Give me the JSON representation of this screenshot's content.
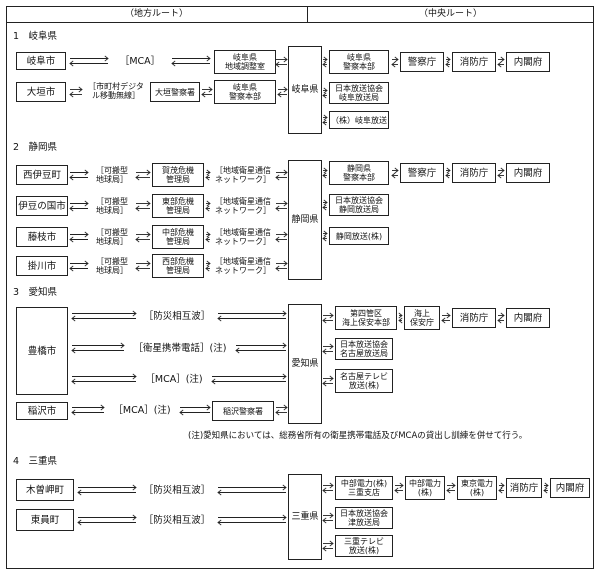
{
  "header": {
    "left": "（地方ルート）",
    "right": "（中央ルート）"
  },
  "sections": {
    "gifu": {
      "title": "1　岐阜県",
      "city1": "岐阜市",
      "mca": "［MCA］",
      "survey": "岐阜県\n地域調整室",
      "police": "岐阜県\n警察本部",
      "npa": "警察庁",
      "fdma": "消防庁",
      "cabinet": "内閣府",
      "city2": "大垣市",
      "digital": "［市町村デジタ\nル移動無線］",
      "ogaki_police": "大垣警察署",
      "police2": "岐阜県\n警察本部",
      "pref": "岐阜県",
      "nhk": "日本放送協会\n岐阜放送局",
      "broadcast": "（株）岐阜放送"
    },
    "shizuoka": {
      "title": "2　静岡県",
      "cities": [
        "西伊豆町",
        "伊豆の国市",
        "藤枝市",
        "掛川市"
      ],
      "portable": "［可搬型\n地球局］",
      "centers": [
        "賀茂危機\n管理局",
        "東部危機\n管理局",
        "中部危機\n管理局",
        "西部危機\n管理局"
      ],
      "satellite": "［地域衛星通信\nネットワーク］",
      "pref": "静岡県",
      "police": "静岡県\n警察本部",
      "npa": "警察庁",
      "fdma": "消防庁",
      "cabinet": "内閣府",
      "nhk": "日本放送協会\n静岡放送局",
      "broadcast": "静岡放送(株)"
    },
    "aichi": {
      "title": "3　愛知県",
      "city1": "豊橋市",
      "route1": "［防災相互波］",
      "route2": "［衛星携帯電話］(注)",
      "route3": "［MCA］(注)",
      "city2": "稲沢市",
      "route4": "［MCA］(注)",
      "inazawa_police": "稲沢警察署",
      "pref": "愛知県",
      "coast_guard_region": "第四管区\n海上保安本部",
      "coast_guard": "海上\n保安庁",
      "fdma": "消防庁",
      "cabinet": "内閣府",
      "nhk": "日本放送協会\n名古屋放送局",
      "broadcast": "名古屋テレビ\n放送(株)",
      "note": "(注)愛知県においては、総務省所有の衛星携帯電話及びMCAの貸出し訓練を併せて行う。"
    },
    "mie": {
      "title": "4　三重県",
      "city1": "木曽岬町",
      "route1": "［防災相互波］",
      "city2": "東員町",
      "route2": "［防災相互波］",
      "pref": "三重県",
      "chubu_branch": "中部電力(株)\n三重支店",
      "chubu": "中部電力\n(株)",
      "tepco": "東京電力\n(株)",
      "fdma": "消防庁",
      "cabinet": "内閣府",
      "nhk": "日本放送協会\n津放送局",
      "broadcast": "三重テレビ\n放送(株)"
    }
  }
}
